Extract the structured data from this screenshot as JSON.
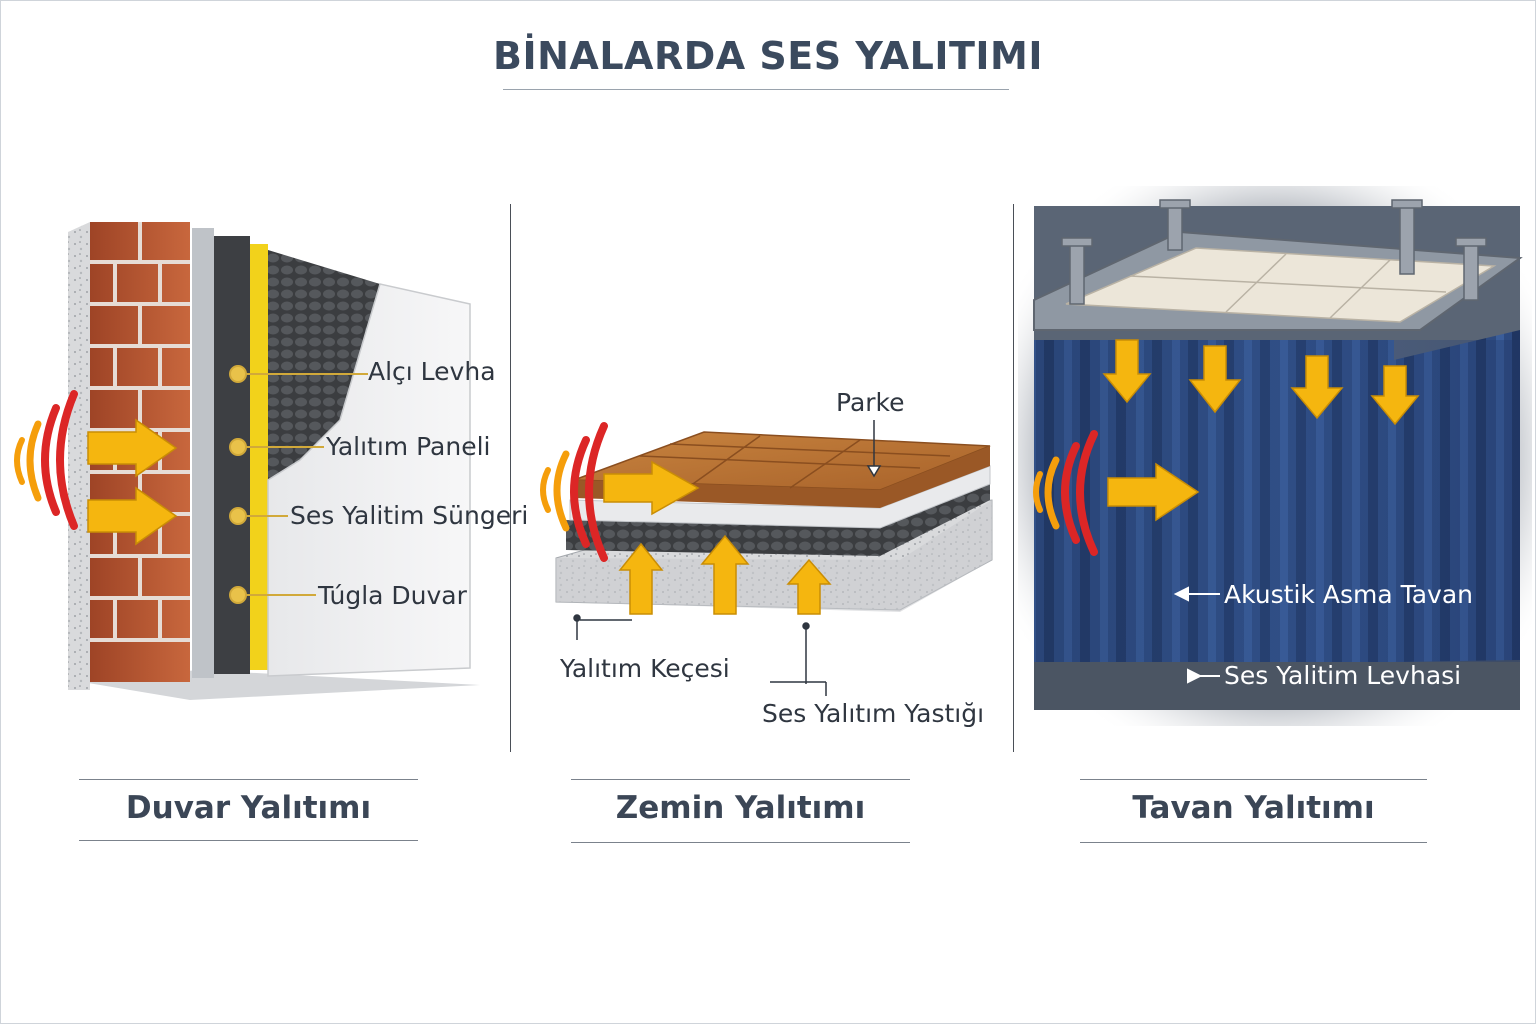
{
  "title": "BİNALARDA SES YALITIMI",
  "panels": [
    {
      "caption": "Duvar Yalıtımı",
      "labels": [
        "Alçı Levha",
        "Yalıtım Paneli",
        "Ses Yalitim Süngeri",
        "Túgla Duvar"
      ]
    },
    {
      "caption": "Zemin Yalıtımı",
      "labels": [
        "Parke",
        "Yalıtım Keçesi",
        "Ses Yalıtım Yastığı"
      ]
    },
    {
      "caption": "Tavan Yalıtımı",
      "labels": [
        "Akustik Asma Tavan",
        "Ses Yalitim Levhasi"
      ]
    }
  ],
  "colors": {
    "arrow": "#f5b60f",
    "wave_red": "#dc2626",
    "wave_orange": "#f59e0b",
    "brick": "#b5532f",
    "curtain": "#2d4a80"
  }
}
